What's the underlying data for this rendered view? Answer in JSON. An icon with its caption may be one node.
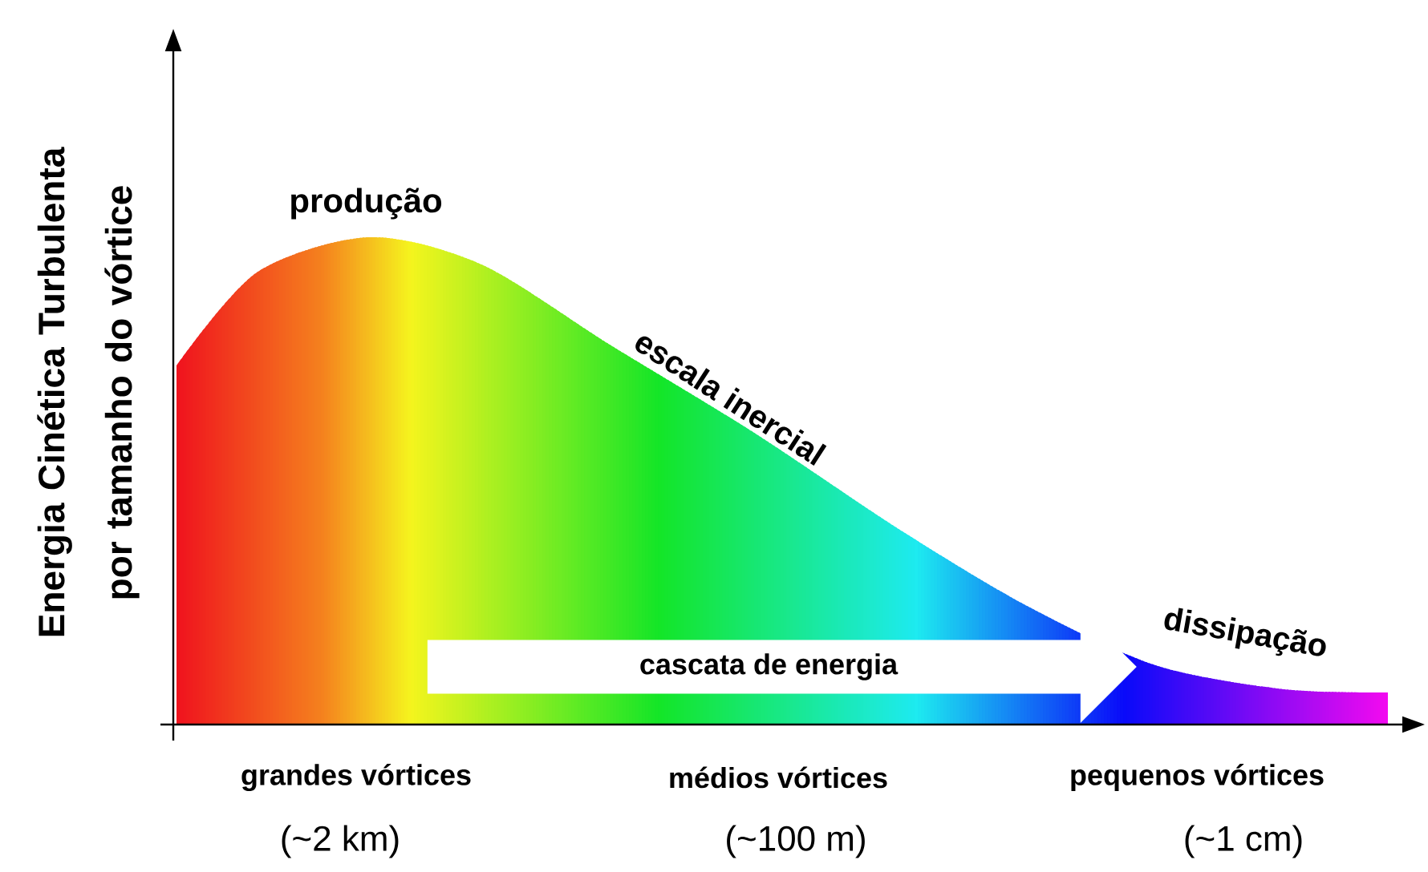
{
  "diagram": {
    "nodes": [
      {
        "text": [
          "cascata de energia"
        ]
      }
    ],
    "labels": [
      "Energia Cinética Turbulenta por tamanho do vórtice",
      "produção",
      "escala inercial",
      "dissipação",
      "grandes vórtices",
      "médios vórtices",
      "pequenos vórtices",
      "(~2 km)",
      "(~100 m)",
      "(~1 cm)"
    ]
  }
}
